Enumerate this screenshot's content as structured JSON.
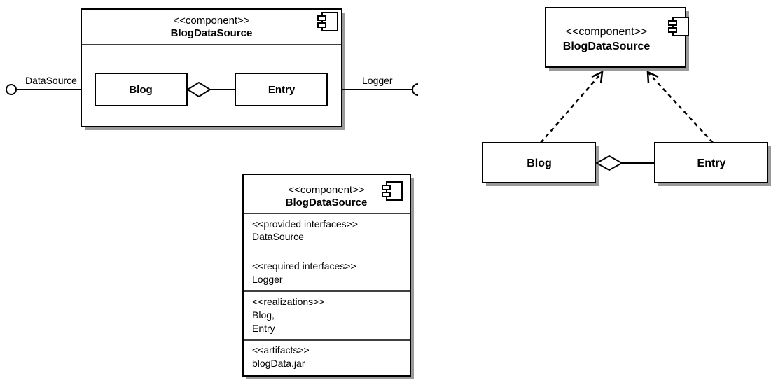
{
  "diagram1": {
    "stereotype": "<<component>>",
    "name": "BlogDataSource",
    "part_blog": "Blog",
    "part_entry": "Entry",
    "provided_interface": "DataSource",
    "required_interface": "Logger",
    "component_icon": "component-icon"
  },
  "diagram2": {
    "stereotype": "<<component>>",
    "name": "BlogDataSource",
    "class_blog": "Blog",
    "class_entry": "Entry",
    "component_icon": "component-icon"
  },
  "diagram3": {
    "stereotype": "<<component>>",
    "name": "BlogDataSource",
    "component_icon": "component-icon",
    "provided_label": "<<provided interfaces>>",
    "provided_value": "DataSource",
    "required_label": "<<required interfaces>>",
    "required_value": "Logger",
    "realizations_label": "<<realizations>>",
    "realizations_line1": "Blog,",
    "realizations_line2": "Entry",
    "artifacts_label": "<<artifacts>>",
    "artifacts_value": "blogData.jar"
  }
}
